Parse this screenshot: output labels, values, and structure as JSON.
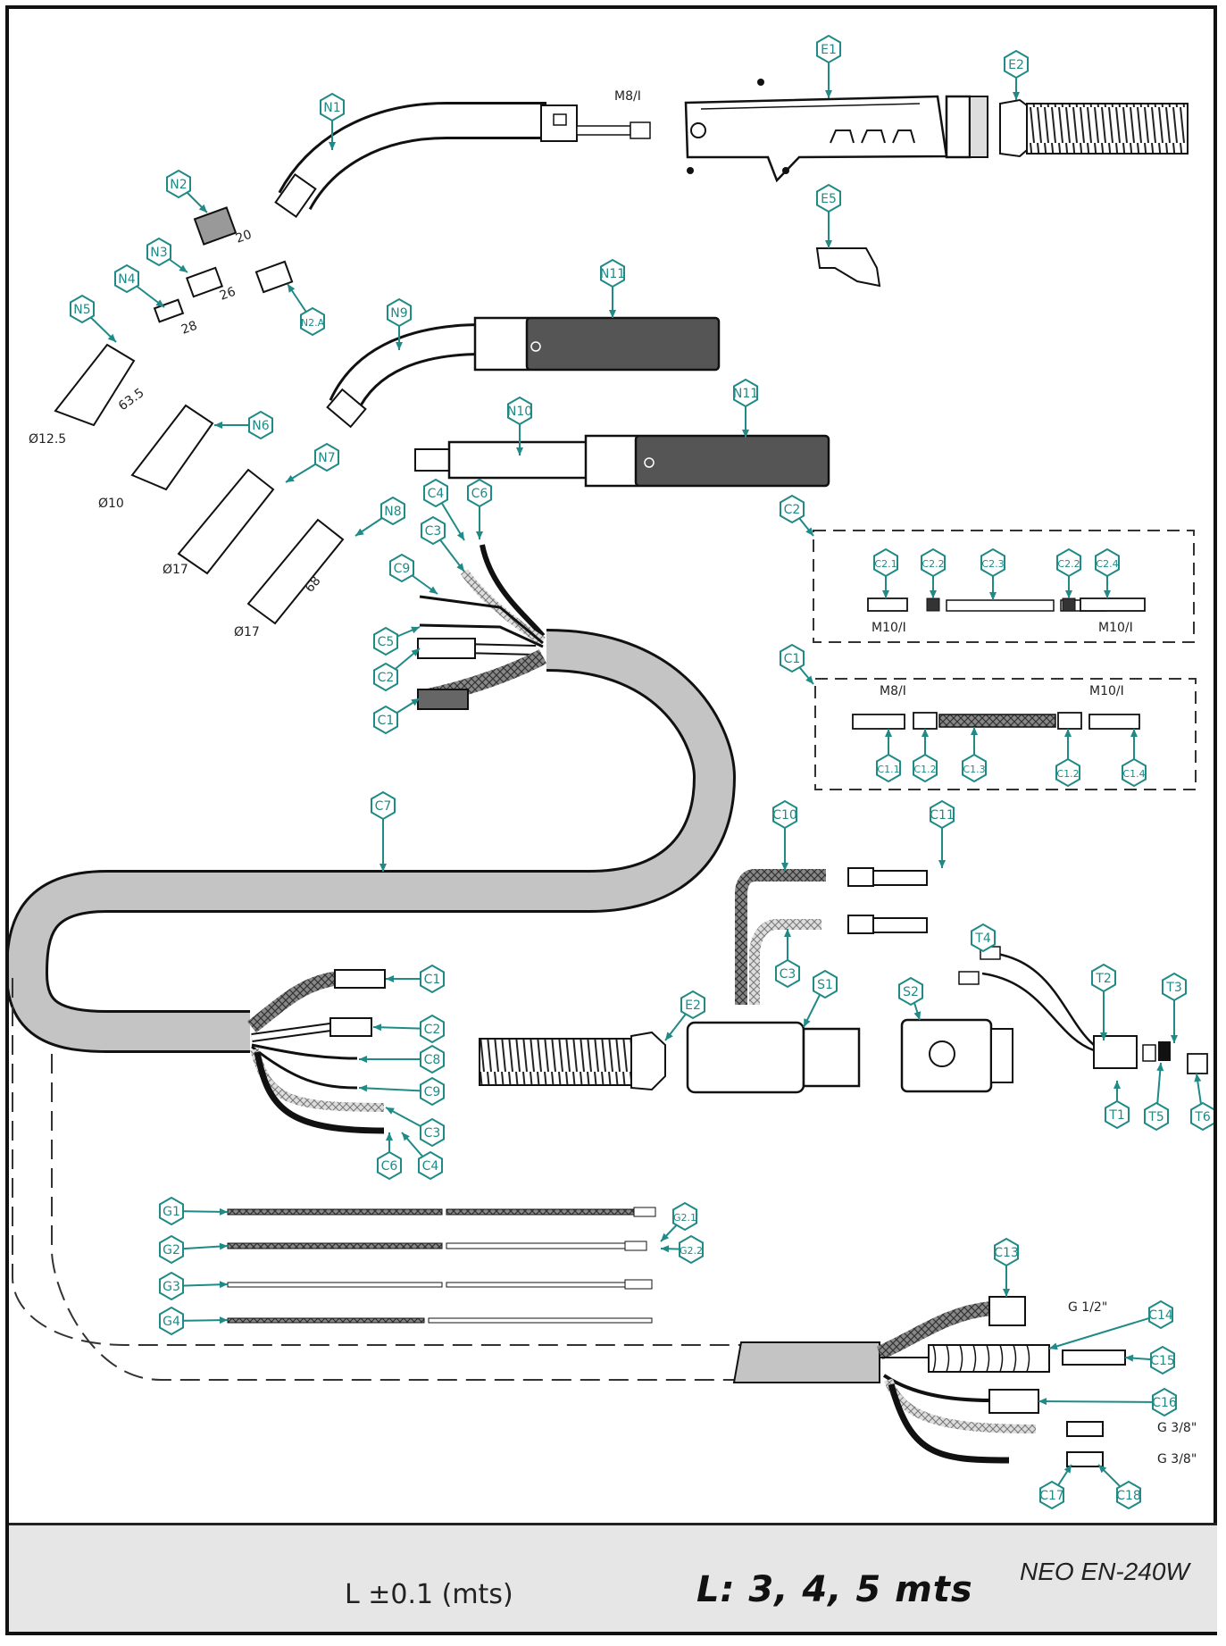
{
  "callouts": [
    {
      "id": "E1",
      "text": "E1"
    },
    {
      "id": "E2",
      "text": "E2"
    },
    {
      "id": "E5",
      "text": "E5"
    },
    {
      "id": "N1",
      "text": "N1"
    },
    {
      "id": "N2",
      "text": "N2"
    },
    {
      "id": "N2A",
      "text": "N2.A"
    },
    {
      "id": "N3",
      "text": "N3"
    },
    {
      "id": "N4",
      "text": "N4"
    },
    {
      "id": "N5",
      "text": "N5"
    },
    {
      "id": "N6",
      "text": "N6"
    },
    {
      "id": "N7",
      "text": "N7"
    },
    {
      "id": "N8",
      "text": "N8"
    },
    {
      "id": "N9",
      "text": "N9"
    },
    {
      "id": "N10",
      "text": "N10"
    },
    {
      "id": "N11a",
      "text": "N11"
    },
    {
      "id": "N11b",
      "text": "N11"
    },
    {
      "id": "C4a",
      "text": "C4"
    },
    {
      "id": "C6a",
      "text": "C6"
    },
    {
      "id": "C3a",
      "text": "C3"
    },
    {
      "id": "C9a",
      "text": "C9"
    },
    {
      "id": "C5",
      "text": "C5"
    },
    {
      "id": "C2a",
      "text": "C2"
    },
    {
      "id": "C1a",
      "text": "C1"
    },
    {
      "id": "C7",
      "text": "C7"
    },
    {
      "id": "C2box",
      "text": "C2"
    },
    {
      "id": "C21",
      "text": "C2.1"
    },
    {
      "id": "C22a",
      "text": "C2.2"
    },
    {
      "id": "C23",
      "text": "C2.3"
    },
    {
      "id": "C22b",
      "text": "C2.2"
    },
    {
      "id": "C24",
      "text": "C2.4"
    },
    {
      "id": "C1box",
      "text": "C1"
    },
    {
      "id": "C11",
      "text": "C1.1"
    },
    {
      "id": "C12a",
      "text": "C1.2"
    },
    {
      "id": "C13a",
      "text": "C1.3"
    },
    {
      "id": "C12b",
      "text": "C1.2"
    },
    {
      "id": "C14a",
      "text": "C1.4"
    },
    {
      "id": "C10",
      "text": "C10"
    },
    {
      "id": "C11b",
      "text": "C11"
    },
    {
      "id": "C3b",
      "text": "C3"
    },
    {
      "id": "T4",
      "text": "T4"
    },
    {
      "id": "E2b",
      "text": "E2"
    },
    {
      "id": "S1",
      "text": "S1"
    },
    {
      "id": "S2",
      "text": "S2"
    },
    {
      "id": "T2",
      "text": "T2"
    },
    {
      "id": "T3",
      "text": "T3"
    },
    {
      "id": "T1",
      "text": "T1"
    },
    {
      "id": "T5",
      "text": "T5"
    },
    {
      "id": "T6",
      "text": "T6"
    },
    {
      "id": "C1c",
      "text": "C1"
    },
    {
      "id": "C2c",
      "text": "C2"
    },
    {
      "id": "C8",
      "text": "C8"
    },
    {
      "id": "C9b",
      "text": "C9"
    },
    {
      "id": "C3c",
      "text": "C3"
    },
    {
      "id": "C6b",
      "text": "C6"
    },
    {
      "id": "C4b",
      "text": "C4"
    },
    {
      "id": "G1",
      "text": "G1"
    },
    {
      "id": "G21",
      "text": "G2.1"
    },
    {
      "id": "G2",
      "text": "G2"
    },
    {
      "id": "G22",
      "text": "G2.2"
    },
    {
      "id": "G3",
      "text": "G3"
    },
    {
      "id": "G4",
      "text": "G4"
    },
    {
      "id": "C13b",
      "text": "C13"
    },
    {
      "id": "C14b",
      "text": "C14"
    },
    {
      "id": "C15",
      "text": "C15"
    },
    {
      "id": "C16",
      "text": "C16"
    },
    {
      "id": "C17",
      "text": "C17"
    },
    {
      "id": "C18",
      "text": "C18"
    }
  ],
  "dimensions": {
    "d20": "20",
    "d26": "26",
    "d28": "28",
    "d635": "63.5",
    "d125": "Ø12.5",
    "d10": "Ø10",
    "d17a": "Ø17",
    "d17b": "Ø17",
    "d68": "68",
    "m8_top": "M8/I",
    "m10_l": "M10/I",
    "m10_r": "M10/I",
    "m8_c1": "M8/I",
    "m10_c1": "M10/I",
    "g12": "G 1/2\"",
    "g38a": "G 3/8\"",
    "g38b": "G 3/8\""
  },
  "footer": {
    "length_tolerance": "L ±0.1 (mts)",
    "available_lengths": "L: 3, 4, 5 mts",
    "model": "NEO EN-240W"
  },
  "colors": {
    "callout": "#1f8a86",
    "line": "#111111",
    "cable": "#c4c4c4",
    "dark": "#555555"
  }
}
